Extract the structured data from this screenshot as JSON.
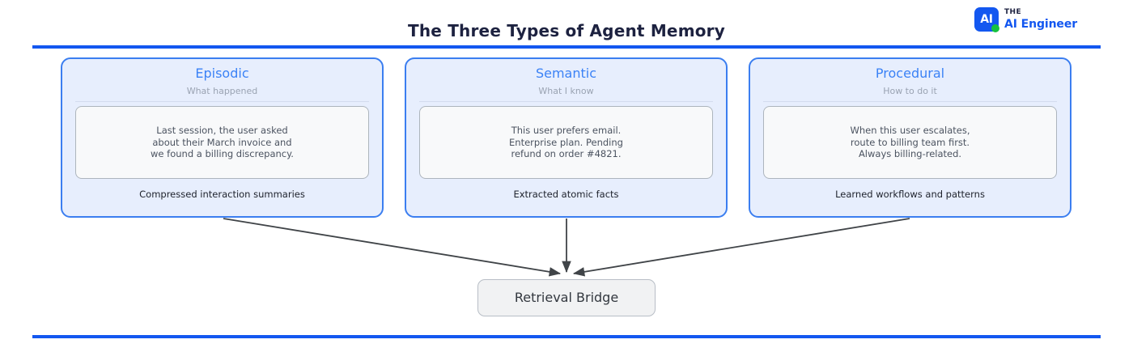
{
  "header": {
    "title": "The Three Types of Agent Memory",
    "rule_color": "#1357f0"
  },
  "brand": {
    "mark_text": "AI",
    "mark_color": "#1357f0",
    "dot_color": "#16c23f",
    "kicker": "THE",
    "name": "AI Engineer",
    "name_color": "#1357f0"
  },
  "cards": [
    {
      "title": "Episodic",
      "subtitle": "What happened",
      "quote": "Last session, the user asked\nabout their March invoice and\nwe found a billing discrepancy.",
      "footer": "Compressed interaction summaries"
    },
    {
      "title": "Semantic",
      "subtitle": "What I know",
      "quote": "This user prefers email.\nEnterprise plan. Pending\nrefund on order #4821.",
      "footer": "Extracted atomic facts"
    },
    {
      "title": "Procedural",
      "subtitle": "How to do it",
      "quote": "When this user escalates,\nroute to billing team first.\nAlways billing-related.",
      "footer": "Learned workflows and patterns"
    }
  ],
  "card_style": {
    "border_color": "#3b7ef0",
    "fill_color": "#e7eefd",
    "title_color": "#3b82f6",
    "subtitle_color": "#9aa3b2"
  },
  "bridge": {
    "label": "Retrieval Bridge",
    "fill_color": "#f1f2f3",
    "border_color": "#b8bec6"
  },
  "arrows": {
    "color": "#404448",
    "count": 3
  }
}
